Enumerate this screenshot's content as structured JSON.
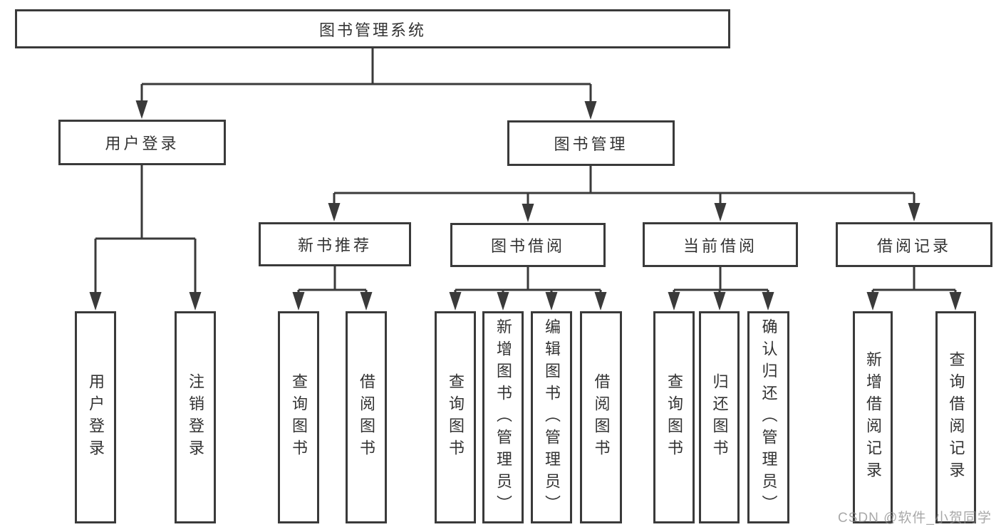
{
  "colors": {
    "line": "#3a3a3a",
    "ink": "#333333",
    "watermark": "#8c8c8c"
  },
  "watermark": {
    "text": "CSDN @软件_小贺同学"
  },
  "tree": {
    "label": "图书管理系统",
    "children": [
      {
        "label": "用户登录",
        "children": [
          {
            "label": "用户登录"
          },
          {
            "label": "注销登录"
          }
        ]
      },
      {
        "label": "图书管理",
        "children": [
          {
            "label": "新书推荐",
            "children": [
              {
                "label": "查询图书"
              },
              {
                "label": "借阅图书"
              }
            ]
          },
          {
            "label": "图书借阅",
            "children": [
              {
                "label": "查询图书"
              },
              {
                "label": "新增图书（管理员）"
              },
              {
                "label": "编辑图书（管理员）"
              },
              {
                "label": "借阅图书"
              }
            ]
          },
          {
            "label": "当前借阅",
            "children": [
              {
                "label": "查询图书"
              },
              {
                "label": "归还图书"
              },
              {
                "label": "确认归还（管理员）"
              }
            ]
          },
          {
            "label": "借阅记录",
            "children": [
              {
                "label": "新增借阅记录"
              },
              {
                "label": "查询借阅记录"
              }
            ]
          }
        ]
      }
    ]
  }
}
